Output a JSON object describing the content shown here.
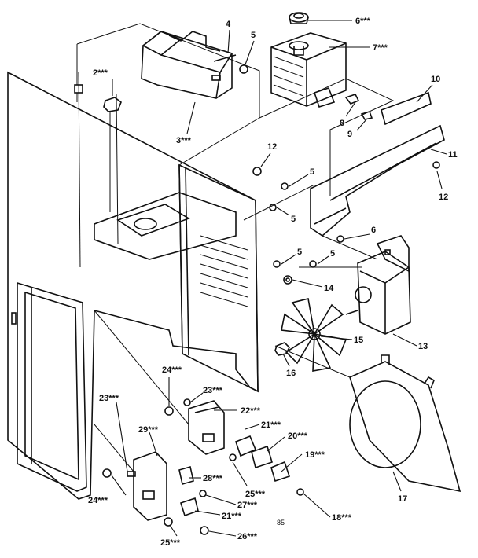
{
  "colors": {
    "ink": "#111111",
    "paper": "#ffffff",
    "stipple": "#555555"
  },
  "labels": {
    "l1": "2***",
    "l2": "3***",
    "l3": "4",
    "l4": "5",
    "l5": "6***",
    "l6": "7***",
    "l7": "8",
    "l8": "9",
    "l9": "10",
    "l10": "11",
    "l11": "12",
    "l12": "5",
    "l13": "5",
    "l14": "12",
    "l15": "6",
    "l16": "5",
    "l17": "5",
    "l18": "14",
    "l19": "15",
    "l20": "13",
    "l21": "16",
    "l22": "17",
    "l23": "24***",
    "l24": "23***",
    "l25": "22***",
    "l26": "23***",
    "l27": "29***",
    "l28": "21***",
    "l29": "20***",
    "l30": "19***",
    "l31": "28***",
    "l32": "25***",
    "l33": "27***",
    "l34": "24***",
    "l35": "21***",
    "l36": "18***",
    "l37": "25***",
    "l38": "26***",
    "page_code": "85"
  }
}
